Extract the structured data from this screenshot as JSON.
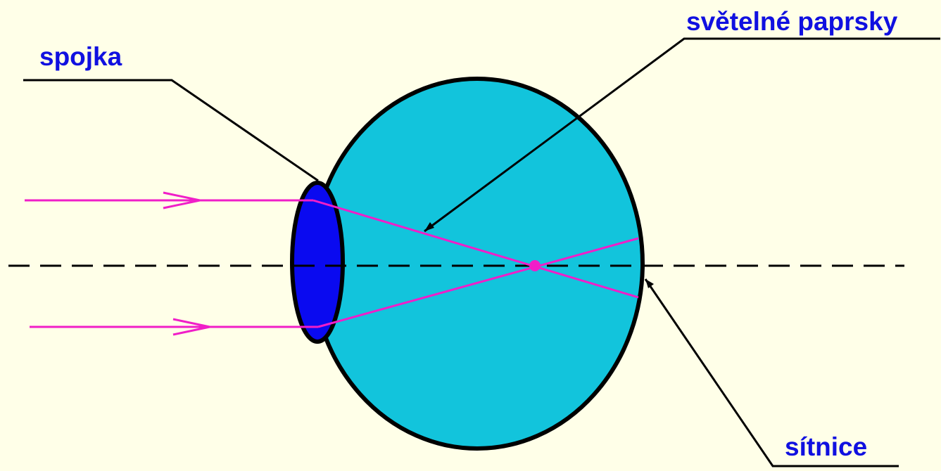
{
  "labels": {
    "lens": "spojka",
    "rays": "světelné paprsky",
    "retina": "sítnice"
  },
  "colors": {
    "background": "#FFFFE8",
    "eyeball": "#12C4DC",
    "lens": "#0A0AF0",
    "rays": "#F01EC8",
    "outline": "#000000",
    "label_text": "#1010E0"
  }
}
